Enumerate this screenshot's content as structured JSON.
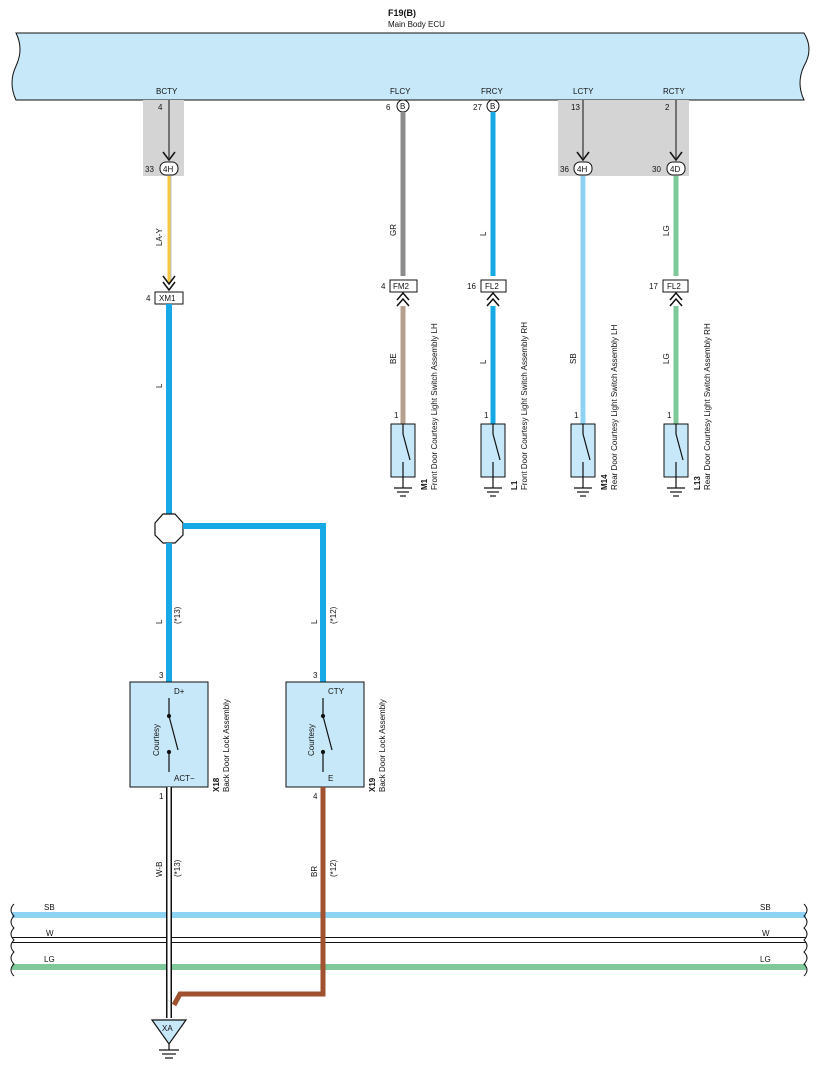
{
  "ecu": {
    "code": "F19(B)",
    "name": "Main Body ECU"
  },
  "terminals": [
    {
      "name": "BCTY",
      "pin": "4",
      "conn_pin": "33",
      "conn": "4H"
    },
    {
      "name": "FLCY",
      "pin": "6",
      "conn": "B"
    },
    {
      "name": "FRCY",
      "pin": "27",
      "conn": "B"
    },
    {
      "name": "LCTY",
      "pin": "13",
      "conn_pin": "36",
      "conn": "4H"
    },
    {
      "name": "RCTY",
      "pin": "2",
      "conn_pin": "30",
      "conn": "4D"
    }
  ],
  "wires": {
    "bcty_upper": "LA-Y",
    "flcy_upper": "GR",
    "frcy_upper": "L",
    "rcty_upper": "LG",
    "xm1_lower": "L",
    "flcy_lower": "BE",
    "frcy_lower": "L",
    "lcty_lower": "SB",
    "rcty_lower": "LG",
    "x18_upper": "L",
    "x18_upper_note": "(*13)",
    "x19_upper": "L",
    "x19_upper_note": "(*12)",
    "x18_lower": "W-B",
    "x18_lower_note": "(*13)",
    "x19_lower": "BR",
    "x19_lower_note": "(*12)"
  },
  "connectors": {
    "xm1": {
      "label": "XM1",
      "pin": "4"
    },
    "fm2": {
      "label": "FM2",
      "pin": "4"
    },
    "fl2_a": {
      "label": "FL2",
      "pin": "16"
    },
    "fl2_b": {
      "label": "FL2",
      "pin": "17"
    }
  },
  "switches": [
    {
      "code": "M1",
      "name": "Front Door Courtesy Light Switch Assembly LH",
      "pin": "1"
    },
    {
      "code": "L1",
      "name": "Front Door Courtesy Light Switch Assembly RH",
      "pin": "1"
    },
    {
      "code": "M14",
      "name": "Rear Door Courtesy Light Switch Assembly LH",
      "pin": "1"
    },
    {
      "code": "L13",
      "name": "Rear Door Courtesy Light Switch Assembly RH",
      "pin": "1"
    }
  ],
  "locks": [
    {
      "code": "X18",
      "name": "Back Door Lock Assembly",
      "top_term": "D+",
      "bottom_term": "ACT−",
      "switch": "Courtesy",
      "top_pin": "3",
      "bottom_pin": "1"
    },
    {
      "code": "X19",
      "name": "Back Door Lock Assembly",
      "top_term": "CTY",
      "bottom_term": "E",
      "switch": "Courtesy",
      "top_pin": "3",
      "bottom_pin": "4"
    }
  ],
  "bus": [
    {
      "label": "SB",
      "color": "#8fd3f4"
    },
    {
      "label": "W",
      "color": "#ffffff"
    },
    {
      "label": "LG",
      "color": "#7ec89a"
    }
  ],
  "ground": {
    "label": "XA"
  },
  "colors": {
    "ecu_fill": "#c7e8f8",
    "L": "#17a9e6",
    "SB": "#8fd3f4",
    "LG": "#7ec89a",
    "GR": "#8c8c8c",
    "BE": "#b5a08e",
    "BR": "#a0512f",
    "LA_Y": "#f4c542",
    "shade": "#d4d4d4"
  }
}
